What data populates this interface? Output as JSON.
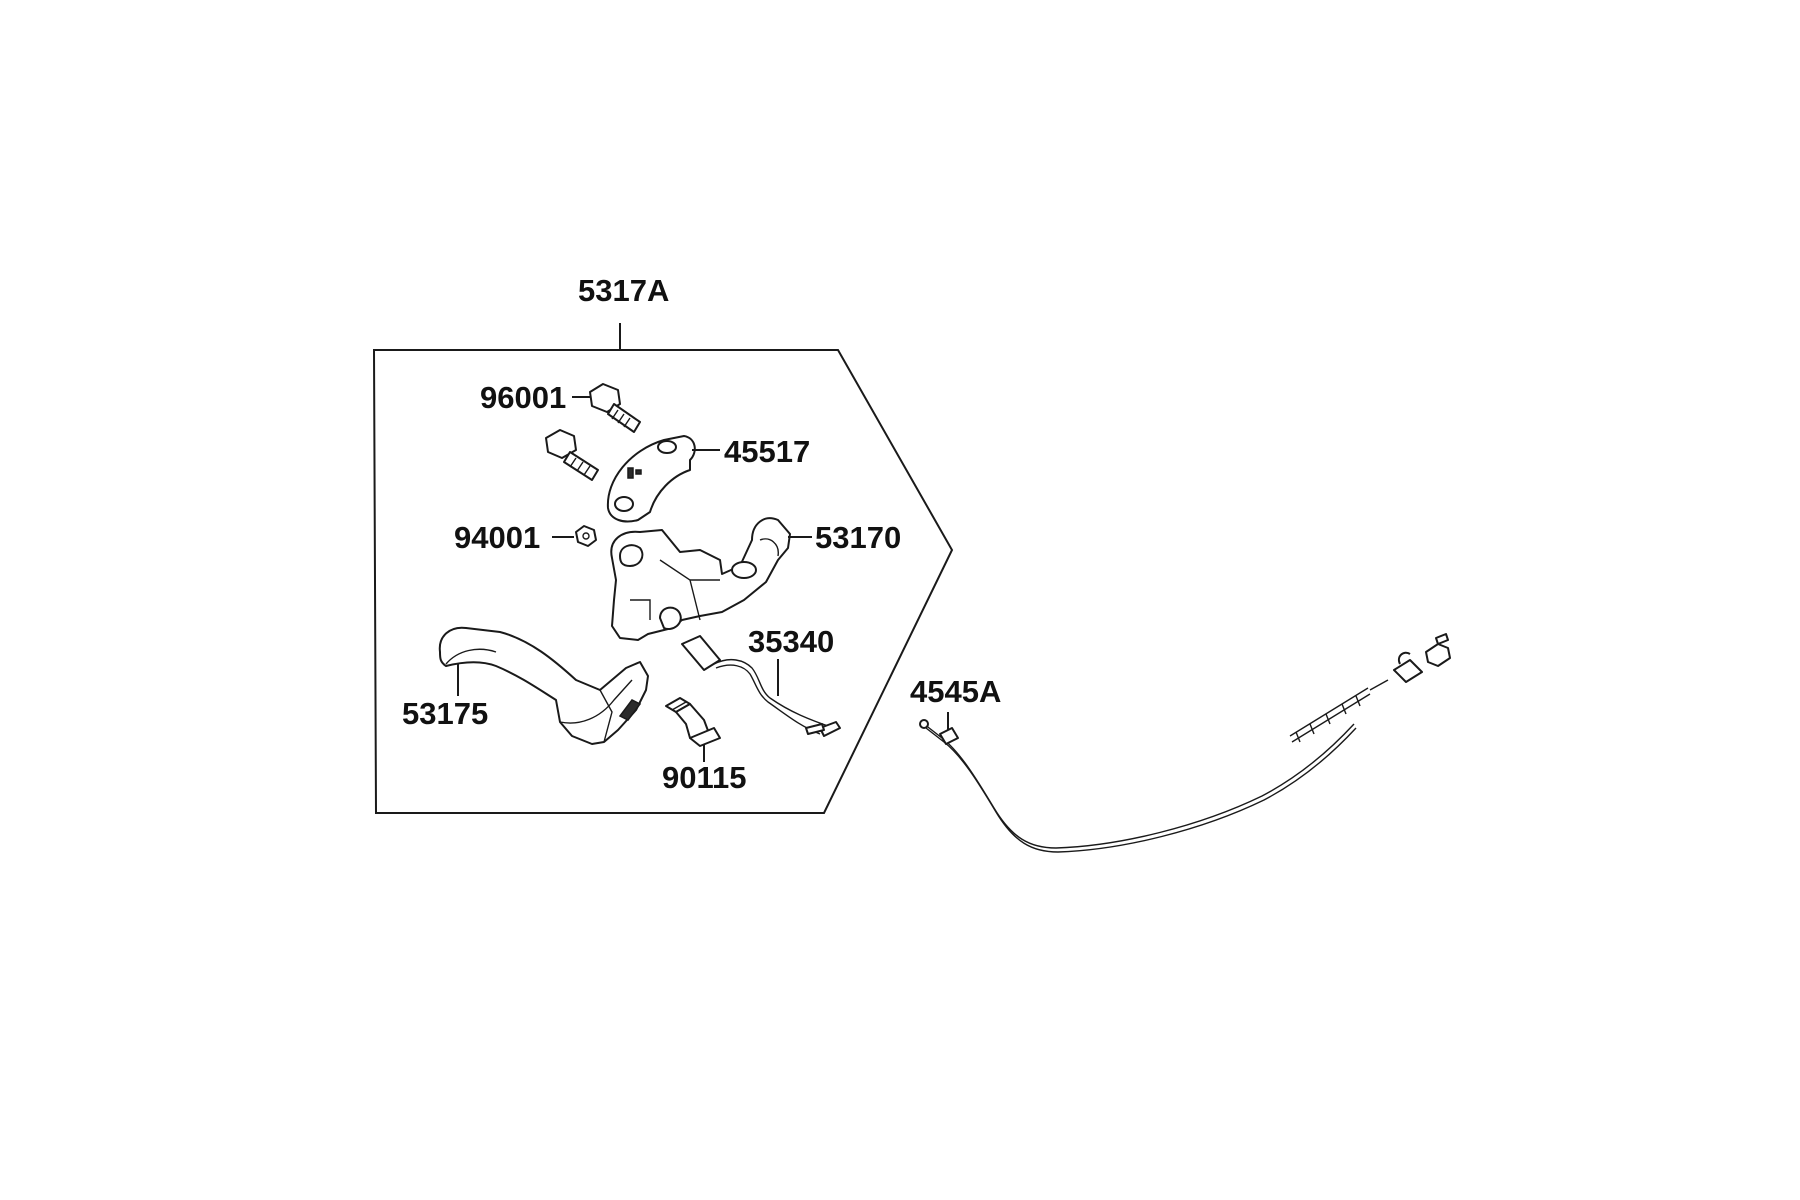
{
  "diagram": {
    "labels": {
      "assembly": "5317A",
      "bolt_clamp": "96001",
      "clamp": "45517",
      "nut": "94001",
      "bracket": "53170",
      "switch": "35340",
      "lever": "53175",
      "pivot_bolt": "90115",
      "cable": "4545A"
    }
  },
  "colors": {
    "line": "#1a1a1a",
    "text": "#111111",
    "background": "#ffffff"
  }
}
